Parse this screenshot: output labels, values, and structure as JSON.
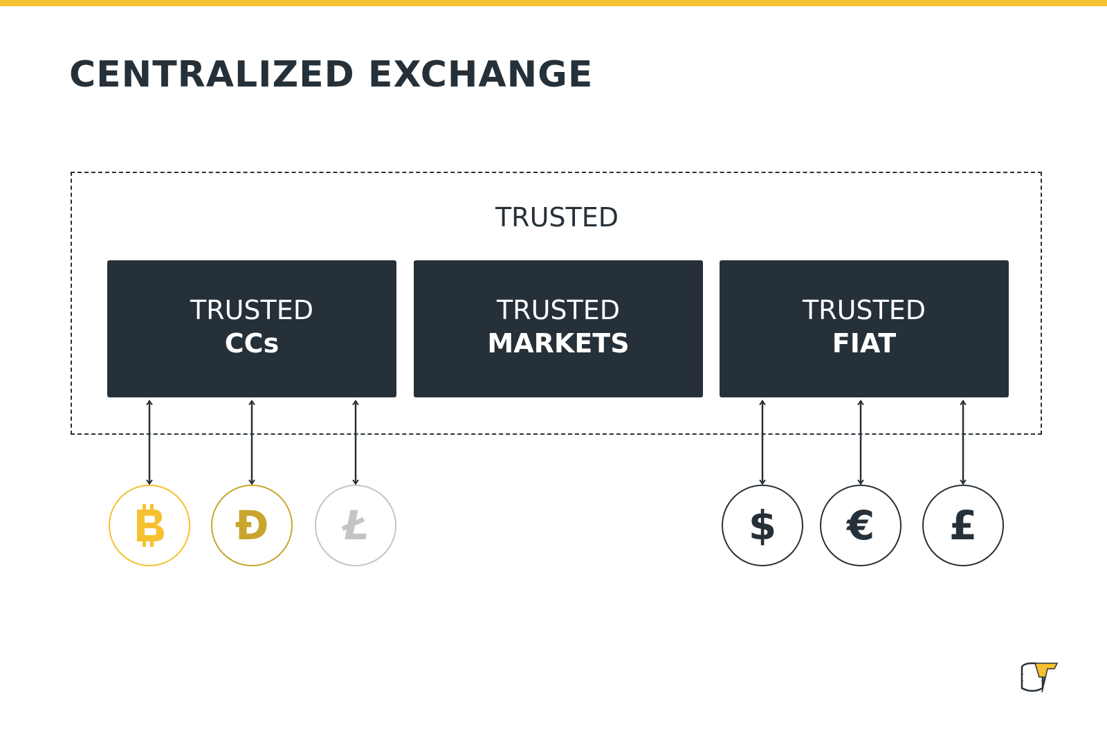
{
  "title": "CENTRALIZED EXCHANGE",
  "outer_label": "TRUSTED",
  "blocks": [
    {
      "line1": "TRUSTED",
      "line2": "CCs"
    },
    {
      "line1": "TRUSTED",
      "line2": "MARKETS"
    },
    {
      "line1": "TRUSTED",
      "line2": "FIAT"
    }
  ],
  "crypto_coins": [
    {
      "symbol": "B",
      "icon": "bitcoin-icon",
      "color": "#f6c130"
    },
    {
      "symbol": "Đ",
      "icon": "dogecoin-icon",
      "color": "#c9a52e"
    },
    {
      "symbol": "Ł",
      "icon": "litecoin-icon",
      "color": "#c4c4c4"
    }
  ],
  "fiat_coins": [
    {
      "symbol": "$",
      "icon": "dollar-icon",
      "color": "#263038"
    },
    {
      "symbol": "€",
      "icon": "euro-icon",
      "color": "#263038"
    },
    {
      "symbol": "£",
      "icon": "pound-icon",
      "color": "#263038"
    }
  ],
  "colors": {
    "accent": "#f6c130",
    "dark": "#263038"
  }
}
